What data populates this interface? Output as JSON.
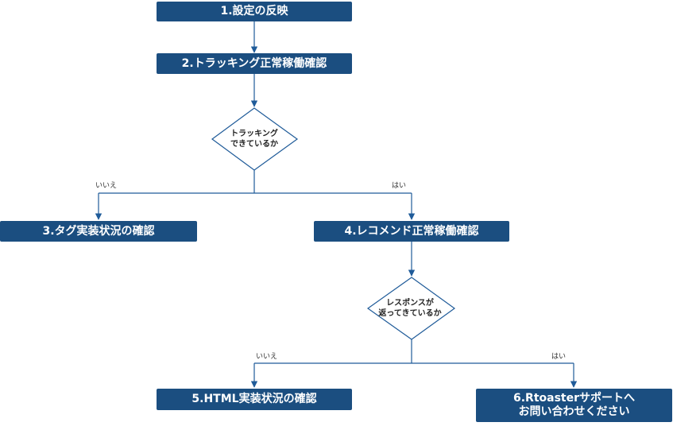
{
  "steps": {
    "s1": "1.設定の反映",
    "s2": "2.トラッキング正常稼働確認",
    "s3": "3.タグ実装状況の確認",
    "s4": "4.レコメンド正常稼働確認",
    "s5": "5.HTML実装状況の確認",
    "s6_line1": "6.Rtoasterサポートへ",
    "s6_line2": "お問い合わせください"
  },
  "decisions": {
    "d1_line1": "トラッキング",
    "d1_line2": "できているか",
    "d2_line1": "レスポンスが",
    "d2_line2": "返ってきているか"
  },
  "edge_labels": {
    "d1_no": "いいえ",
    "d1_yes": "はい",
    "d2_no": "いいえ",
    "d2_yes": "はい"
  },
  "colors": {
    "box": "#1b4e80",
    "connector": "#1f5b99"
  }
}
